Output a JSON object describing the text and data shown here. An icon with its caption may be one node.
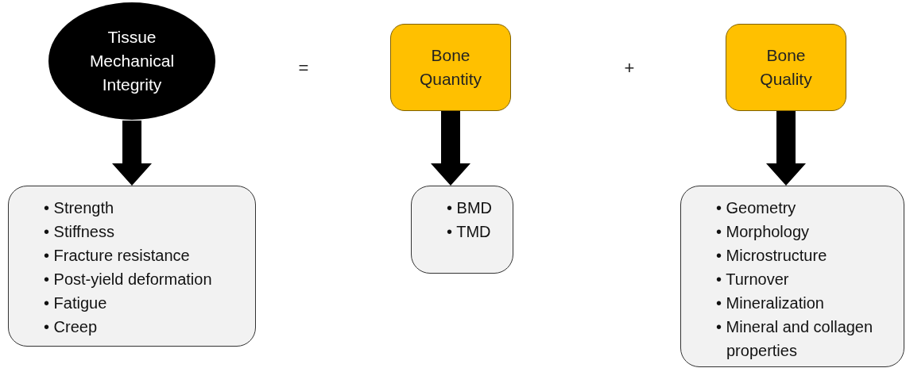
{
  "diagram": {
    "nodes": [
      {
        "text": [
          "Tissue Mechanical Integrity"
        ]
      },
      {
        "text": [
          "• Strength",
          "• Stiffness",
          "• Fracture resistance",
          "• Post-yield deformation",
          "• Fatigue",
          "• Creep"
        ]
      },
      {
        "text": [
          "Bone Quantity"
        ]
      },
      {
        "text": [
          "• BMD",
          "• TMD"
        ]
      },
      {
        "text": [
          "Bone Quality"
        ]
      },
      {
        "text": [
          "• Geometry",
          "• Morphology",
          "• Microstructure",
          "• Turnover",
          "• Mineralization",
          "• Mineral and collagen properties"
        ]
      }
    ],
    "edges": [
      {
        "from": 0,
        "to": 1,
        "arrow": "to",
        "style": "thick"
      },
      {
        "from": 2,
        "to": 3,
        "arrow": "to",
        "style": "thick"
      },
      {
        "from": 4,
        "to": 5,
        "arrow": "to",
        "style": "thick"
      }
    ],
    "labels": [
      "=",
      "+"
    ]
  }
}
